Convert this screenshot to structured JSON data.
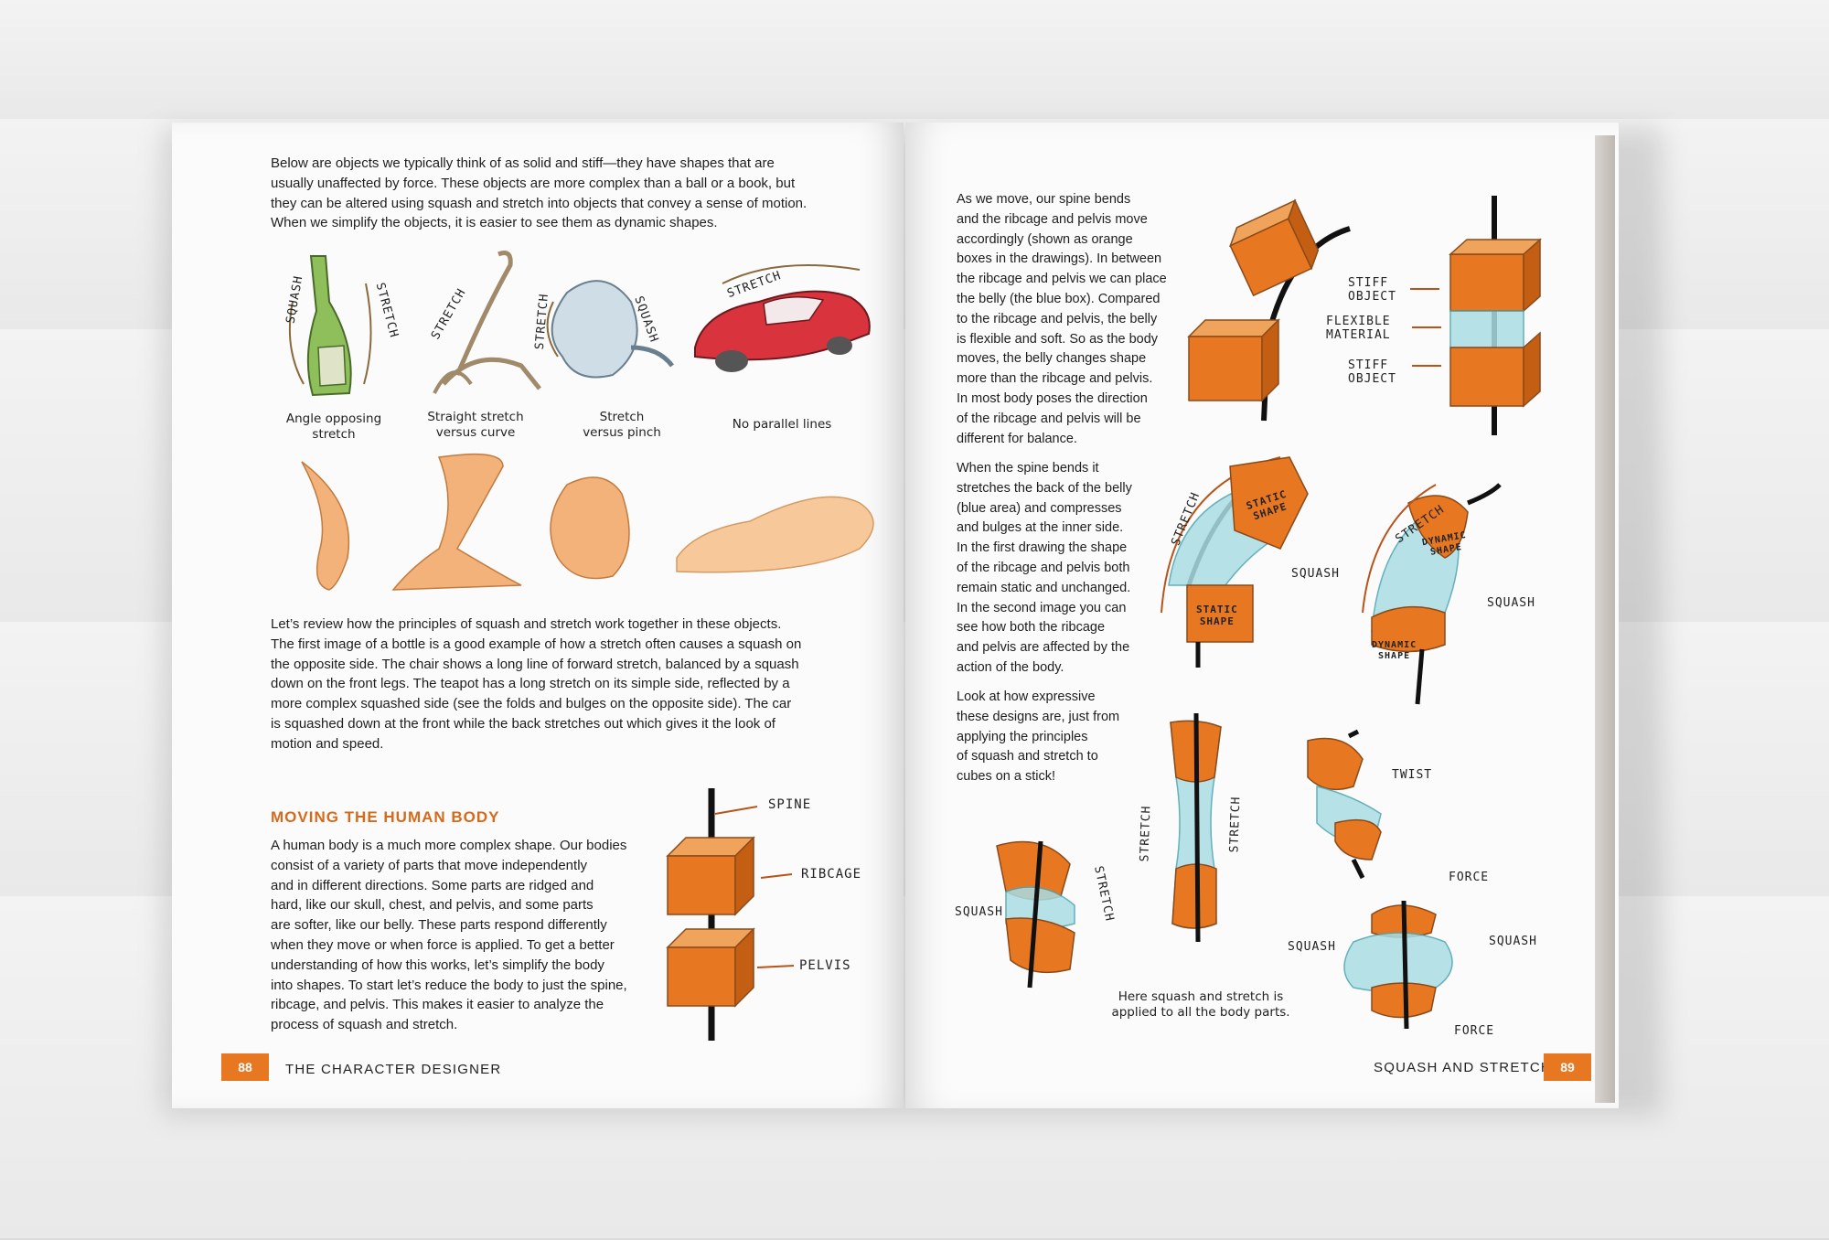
{
  "colors": {
    "orange": "#e87722",
    "dark_orange": "#b8541a",
    "blue": "#a9dde4",
    "wood": "#ededed"
  },
  "left_page": {
    "intro": [
      "Below are objects we typically think of as solid and stiff—they have shapes that are",
      "usually unaffected by force. These objects are more complex than a ball or a book, but",
      "they can be altered using squash and stretch into objects that convey a sense of motion.",
      "When we simplify the objects, it is easier to see them as dynamic shapes."
    ],
    "sketch_labels": [
      "SQUASH",
      "STRETCH",
      "STRETCH",
      "STRETCH",
      "SQUASH",
      "STRETCH"
    ],
    "captions": [
      [
        "Angle opposing",
        "stretch"
      ],
      [
        "Straight stretch",
        "versus curve"
      ],
      [
        "Stretch",
        "versus pinch"
      ],
      [
        "No parallel lines"
      ]
    ],
    "review": [
      "Let’s review how the principles of squash and stretch work together in these objects.",
      "The first image of a bottle is a good example of how a stretch often causes a squash on",
      "the opposite side. The chair shows a long line of forward stretch, balanced by a squash",
      "down on the front legs. The teapot has a long stretch on its simple side, reflected by a",
      "more complex squashed side (see the folds and bulges on the opposite side). The car",
      "is squashed down at the front while the back stretches out which gives it the look of",
      "motion and speed."
    ],
    "heading": "MOVING THE HUMAN BODY",
    "body": [
      "A human body is a much more complex shape. Our bodies",
      "consist of a variety of parts that move independently",
      "and in different directions. Some parts are ridged and",
      "hard, like our skull, chest, and pelvis, and some parts",
      "are softer, like our belly. These parts respond differently",
      "when they move or when force is applied. To get a better",
      "understanding of how this works, let’s simplify the body",
      "into shapes. To start let’s reduce the body to just the spine,",
      "ribcage, and pelvis. This makes it easier to analyze the",
      "process of squash and stretch."
    ],
    "diagram_labels": {
      "spine": "SPINE",
      "ribcage": "RIBCAGE",
      "pelvis": "PELVIS"
    },
    "folio": "88",
    "running_head": "THE CHARACTER DESIGNER"
  },
  "right_page": {
    "para1": [
      "As we move, our spine bends",
      "and the ribcage and pelvis move",
      "accordingly (shown as orange",
      "boxes in the drawings). In between",
      "the ribcage and pelvis we can place",
      "the belly (the blue box). Compared",
      "to the ribcage and pelvis, the belly",
      "is flexible and soft. So as the body",
      "moves, the belly changes shape",
      "more than the ribcage and pelvis.",
      "In most body poses the direction",
      "of the ribcage and pelvis will be",
      "different for balance."
    ],
    "para2": [
      "When the spine bends it",
      "stretches the back of the belly",
      "(blue area) and compresses",
      "and bulges at the inner side.",
      "In the first drawing the shape",
      "of the ribcage and pelvis both",
      "remain static and unchanged.",
      "In the second image you can",
      "see how both the ribcage",
      "and pelvis are affected by the",
      "action of the body."
    ],
    "para3": [
      "Look at how expressive",
      "these designs are, just from",
      "applying the principles",
      "of squash and stretch to",
      "cubes on a stick!"
    ],
    "labels": {
      "stiff1": [
        "STIFF",
        "OBJECT"
      ],
      "flexible": [
        "FLEXIBLE",
        "MATERIAL"
      ],
      "stiff2": [
        "STIFF",
        "OBJECT"
      ],
      "stretch_a": "STRETCH",
      "static_top": [
        "STATIC",
        "SHAPE"
      ],
      "static_bottom": [
        "STATIC",
        "SHAPE"
      ],
      "squash_a": "SQUASH",
      "stretch_b": "STRETCH",
      "dynamic_top": [
        "DYNAMIC",
        "SHAPE"
      ],
      "dynamic_bottom": [
        "DYNAMIC",
        "SHAPE"
      ],
      "squash_b": "SQUASH",
      "stretch_c": "STRETCH",
      "stretch_d": "STRETCH",
      "twist": "TWIST",
      "stretch_e": "STRETCH",
      "squash_c": "SQUASH",
      "force_top": "FORCE",
      "squash_d": "SQUASH",
      "squash_e": "SQUASH",
      "force_bottom": "FORCE"
    },
    "caption": [
      "Here squash and stretch is",
      "applied to all the body parts."
    ],
    "running_head": "SQUASH AND STRETCH",
    "folio": "89"
  }
}
